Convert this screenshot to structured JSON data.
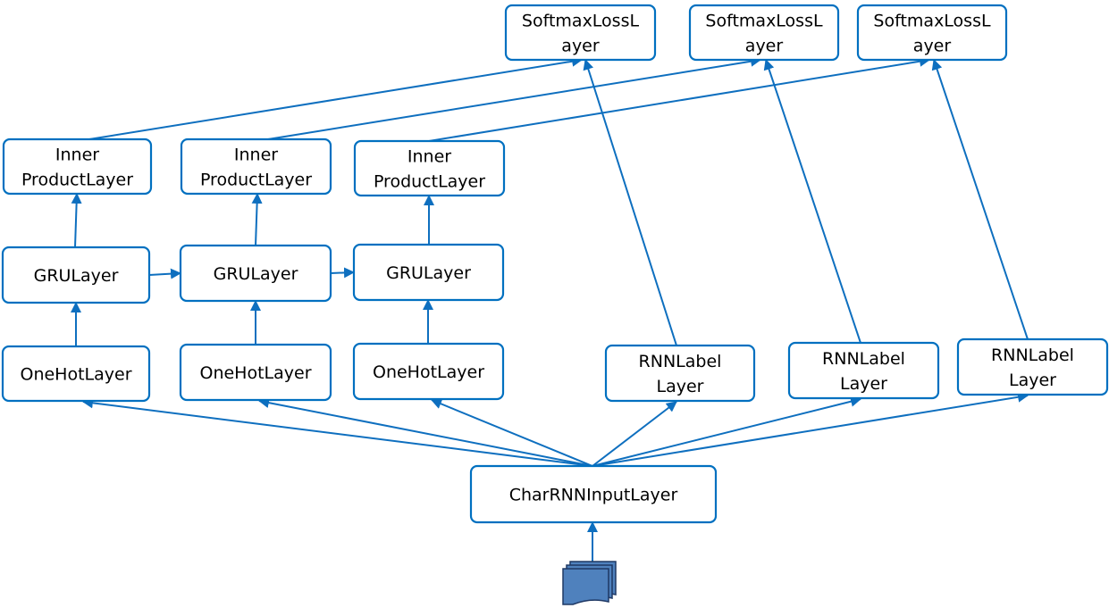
{
  "colors": {
    "box_stroke": "#0070c0",
    "edge": "#0e6fbf",
    "doc_icon_fill": "#4f81bd",
    "doc_icon_stroke": "#1f3864"
  },
  "nodes": {
    "softmax_1": [
      "SoftmaxLossL",
      "ayer"
    ],
    "softmax_2": [
      "SoftmaxLossL",
      "ayer"
    ],
    "softmax_3": [
      "SoftmaxLossL",
      "ayer"
    ],
    "inner_1": [
      "Inner",
      "ProductLayer"
    ],
    "inner_2": [
      "Inner",
      "ProductLayer"
    ],
    "inner_3": [
      "Inner",
      "ProductLayer"
    ],
    "gru_1": [
      "GRULayer"
    ],
    "gru_2": [
      "GRULayer"
    ],
    "gru_3": [
      "GRULayer"
    ],
    "onehot_1": [
      "OneHotLayer"
    ],
    "onehot_2": [
      "OneHotLayer"
    ],
    "onehot_3": [
      "OneHotLayer"
    ],
    "label_1": [
      "RNNLabel",
      "Layer"
    ],
    "label_2": [
      "RNNLabel",
      "Layer"
    ],
    "label_3": [
      "RNNLabel",
      "Layer"
    ],
    "input": [
      "CharRNNInputLayer"
    ]
  },
  "edges": [
    [
      "input",
      "onehot_1"
    ],
    [
      "input",
      "onehot_2"
    ],
    [
      "input",
      "onehot_3"
    ],
    [
      "input",
      "label_1"
    ],
    [
      "input",
      "label_2"
    ],
    [
      "input",
      "label_3"
    ],
    [
      "onehot_1",
      "gru_1"
    ],
    [
      "onehot_2",
      "gru_2"
    ],
    [
      "onehot_3",
      "gru_3"
    ],
    [
      "gru_1",
      "gru_2"
    ],
    [
      "gru_2",
      "gru_3"
    ],
    [
      "gru_1",
      "inner_1"
    ],
    [
      "gru_2",
      "inner_2"
    ],
    [
      "gru_3",
      "inner_3"
    ],
    [
      "inner_1",
      "softmax_1"
    ],
    [
      "inner_2",
      "softmax_2"
    ],
    [
      "inner_3",
      "softmax_3"
    ],
    [
      "label_1",
      "softmax_1"
    ],
    [
      "label_2",
      "softmax_2"
    ],
    [
      "label_3",
      "softmax_3"
    ],
    [
      "data_source",
      "input"
    ]
  ],
  "icons": {
    "data_source": "document-stack-icon"
  }
}
